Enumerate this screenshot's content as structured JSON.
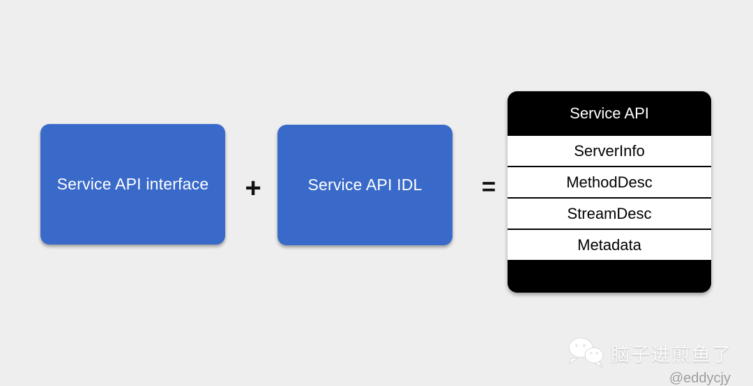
{
  "colors": {
    "background": "#eeeeee",
    "box_blue": "#3a6ac9",
    "box_text": "#ffffff",
    "table_black": "#000000",
    "row_white": "#ffffff",
    "watermark_gray": "#9b9b9b"
  },
  "diagram": {
    "operand1": {
      "label": "Service API interface"
    },
    "plus": "+",
    "operand2": {
      "label": "Service API IDL"
    },
    "equals": "=",
    "result": {
      "header": "Service API",
      "rows": [
        "ServerInfo",
        "MethodDesc",
        "StreamDesc",
        "Metadata"
      ]
    }
  },
  "watermark": {
    "brand_name": "脑子进煎鱼了",
    "handle": "@eddycjy",
    "icon": "wechat-icon"
  }
}
